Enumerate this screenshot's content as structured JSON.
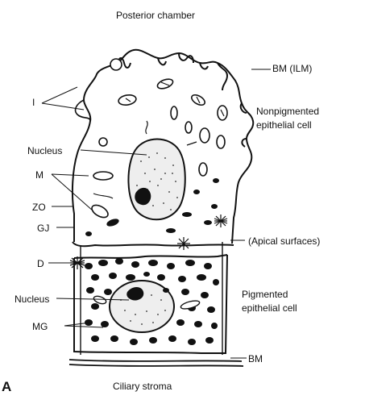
{
  "figure": {
    "panel_label": "A",
    "title_top": "Posterior chamber",
    "title_bottom": "Ciliary stroma"
  },
  "labels": {
    "bm_ilm": "BM (ILM)",
    "i": "I",
    "nonpigmented": "Nonpigmented",
    "epithelial_cell_1": "epithelial cell",
    "nucleus_top": "Nucleus",
    "m": "M",
    "zo": "ZO",
    "gj": "GJ",
    "apical": "(Apical surfaces)",
    "d": "D",
    "nucleus_bottom": "Nucleus",
    "pigmented": "Pigmented",
    "epithelial_cell_2": "epithelial cell",
    "mg": "MG",
    "bm": "BM"
  }
}
